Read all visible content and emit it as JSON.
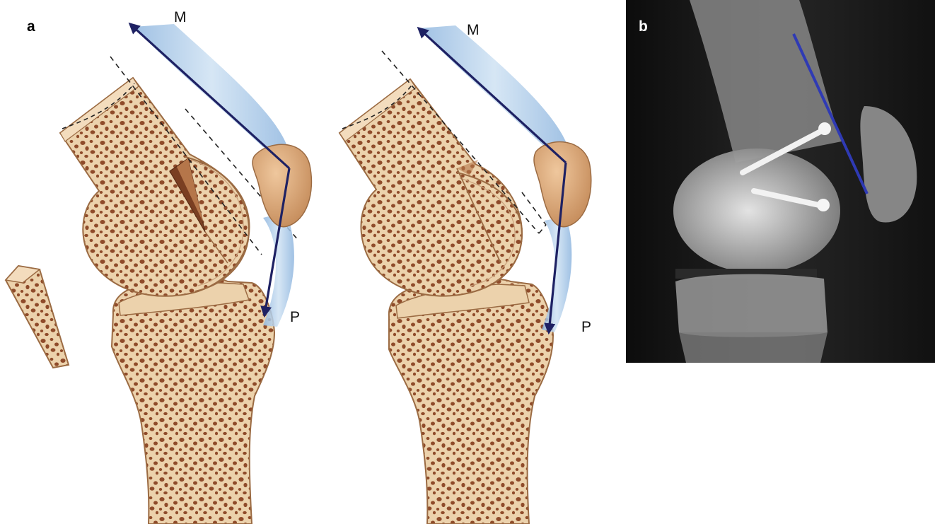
{
  "panels": {
    "a": {
      "label": "a",
      "before": {
        "arrow_top_label": "M",
        "arrow_bottom_label": "P"
      },
      "after": {
        "arrow_top_label": "M",
        "arrow_bottom_label": "P"
      }
    },
    "b": {
      "label": "b"
    }
  },
  "colors": {
    "bone": "#ecd2ac",
    "bone_outline": "#9b6b43",
    "pore": "#8f4b2a",
    "tendon": "#a9c8e6",
    "vector": "#1e2163",
    "patella": "#d9a87a",
    "xray_background": "#1c1c1c",
    "xray_line": "#2f3ab4"
  }
}
